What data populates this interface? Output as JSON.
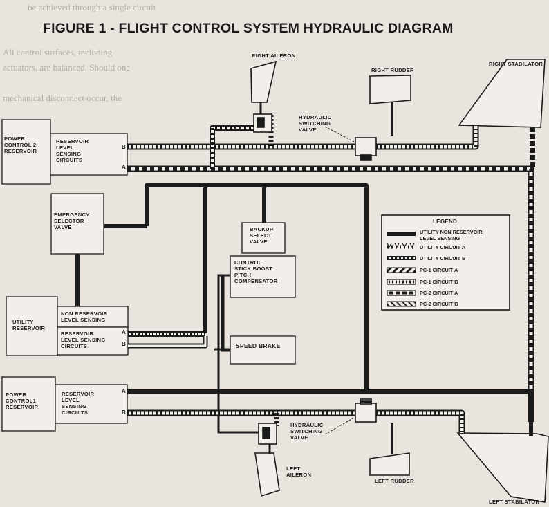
{
  "figure_title": "FIGURE 1 - FLIGHT CONTROL SYSTEM HYDRAULIC DIAGRAM",
  "surfaces": {
    "right_aileron": "RIGHT AILERON",
    "right_rudder": "RIGHT RUDDER",
    "right_stabilator": "RIGHT STABILATOR",
    "left_aileron": "LEFT\nAILERON",
    "left_rudder": "LEFT RUDDER",
    "left_stabilator": "LEFT STABILATOR"
  },
  "valves": {
    "upper_switching": "HYDRAULIC\nSWITCHING\nVALVE",
    "lower_switching": "HYDRAULIC\nSWITCHING\nVALVE",
    "emergency_selector": "EMERGENCY\nSELECTOR\nVALVE",
    "backup_select": "BACKUP\nSELECT\nVALVE"
  },
  "components": {
    "pc2_reservoir": "POWER\nCONTROL 2\nRESERVOIR",
    "pc2_sensing": "RESERVOIR\nLEVEL\nSENSING\nCIRCUITS",
    "utility_reservoir": "UTILITY\nRESERVOIR",
    "non_reservoir_sensing": "NON RESERVOIR\nLEVEL SENSING",
    "utility_sensing": "RESERVOIR\nLEVEL SENSING\nCIRCUITS",
    "pc1_reservoir": "POWER\nCONTROL1\nRESERVOIR",
    "pc1_sensing": "RESERVOIR\nLEVEL\nSENSING\nCIRCUITS",
    "stick_boost": "CONTROL\nSTICK BOOST\nPITCH\nCOMPENSATOR",
    "speed_brake": "SPEED BRAKE"
  },
  "ports": {
    "b": "B",
    "a": "A"
  },
  "legend": {
    "title": "LEGEND",
    "items": [
      "UTILITY NON RESERVOIR\nLEVEL SENSING",
      "UTILITY CIRCUIT A",
      "UTILITY CIRCUIT B",
      "PC-1 CIRCUIT A",
      "PC-1 CIRCUIT B",
      "PC-2 CIRCUIT A",
      "PC-2 CIRCUIT B"
    ]
  },
  "colors": {
    "line": "#1b1b1b",
    "paper": "#e9e4de",
    "fill": "#f2efea"
  }
}
